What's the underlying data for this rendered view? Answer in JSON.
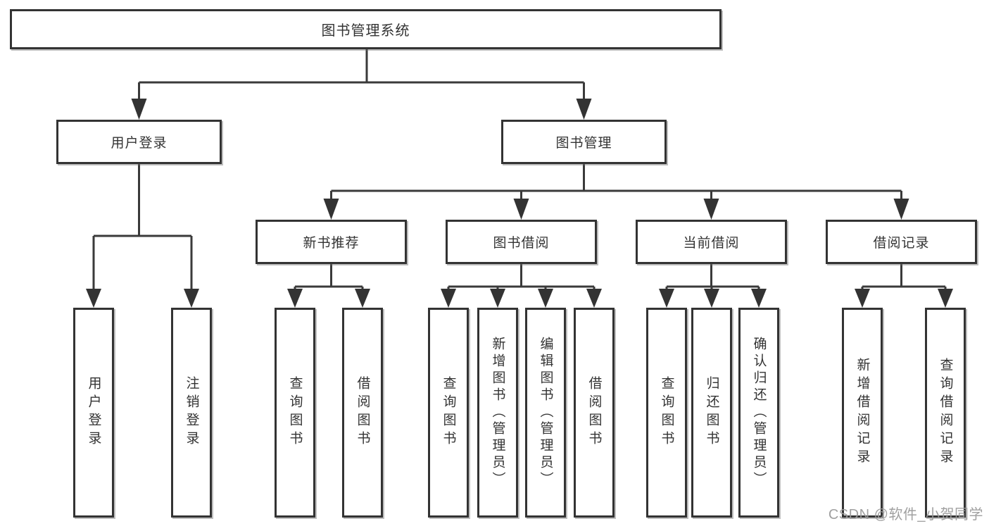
{
  "diagram": {
    "root": {
      "label": "图书管理系统"
    },
    "branches": [
      {
        "label": "用户登录",
        "children": [
          {
            "label": "用户登录"
          },
          {
            "label": "注销登录"
          }
        ]
      },
      {
        "label": "图书管理",
        "children": [
          {
            "label": "新书推荐",
            "children": [
              {
                "label": "查询图书"
              },
              {
                "label": "借阅图书"
              }
            ]
          },
          {
            "label": "图书借阅",
            "children": [
              {
                "label": "查询图书"
              },
              {
                "label": "新增图书（管理员）"
              },
              {
                "label": "编辑图书（管理员）"
              },
              {
                "label": "借阅图书"
              }
            ]
          },
          {
            "label": "当前借阅",
            "children": [
              {
                "label": "查询图书"
              },
              {
                "label": "归还图书"
              },
              {
                "label": "确认归还（管理员）"
              }
            ]
          },
          {
            "label": "借阅记录",
            "children": [
              {
                "label": "新增借阅记录"
              },
              {
                "label": "查询借阅记录"
              }
            ]
          }
        ]
      }
    ]
  },
  "watermark": {
    "text": "CSDN @软件_小贺同学"
  },
  "colors": {
    "line": "#3a3a3a",
    "box_border": "#333333",
    "text": "#333333",
    "watermark": "#9b9b9b",
    "background": "#ffffff"
  }
}
